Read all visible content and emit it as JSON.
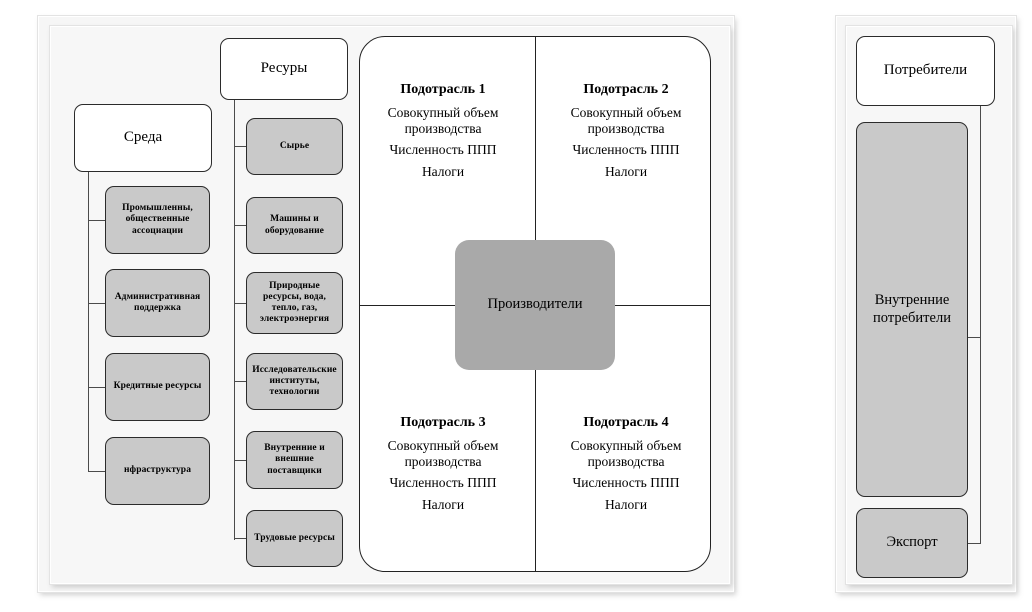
{
  "diagram": {
    "left_panel": {
      "environment": {
        "header": "Среда",
        "items": [
          "Промышленны, общественные ассоциации",
          "Административная поддержка",
          "Кредитные ресурсы",
          "нфраструктура"
        ]
      },
      "resources": {
        "header": "Ресуры",
        "items": [
          "Сырье",
          "Машины и оборудование",
          "Природные ресурсы, вода, тепло, газ, электроэнергия",
          "Исследовательские институты, технологии",
          "Внутренние и внешние поставщики",
          "Трудовые ресурсы"
        ]
      },
      "core": {
        "center": "Производители",
        "quadrants": [
          {
            "title": "Подотрасль 1",
            "lines": [
              "Совокупный объем производства",
              "Численность ППП",
              "Налоги"
            ]
          },
          {
            "title": "Подотрасль 2",
            "lines": [
              "Совокупный объем производства",
              "Численность ППП",
              "Налоги"
            ]
          },
          {
            "title": "Подотрасль 3",
            "lines": [
              "Совокупный объем производства",
              "Численность ППП",
              "Налоги"
            ]
          },
          {
            "title": "Подотрасль 4",
            "lines": [
              "Совокупный объем производства",
              "Численность ППП",
              "Налоги"
            ]
          }
        ]
      }
    },
    "right_panel": {
      "header": "Потребители",
      "items": [
        "Внутренние потребители",
        "Экспорт"
      ]
    },
    "colors": {
      "node_fill_white": "#ffffff",
      "node_fill_gray": "#c9c9c9",
      "node_fill_dark": "#a9a9a9",
      "border": "#2b2b2b",
      "panel_bg": "#f7f7f7",
      "connector": "#4b4b4b"
    }
  }
}
